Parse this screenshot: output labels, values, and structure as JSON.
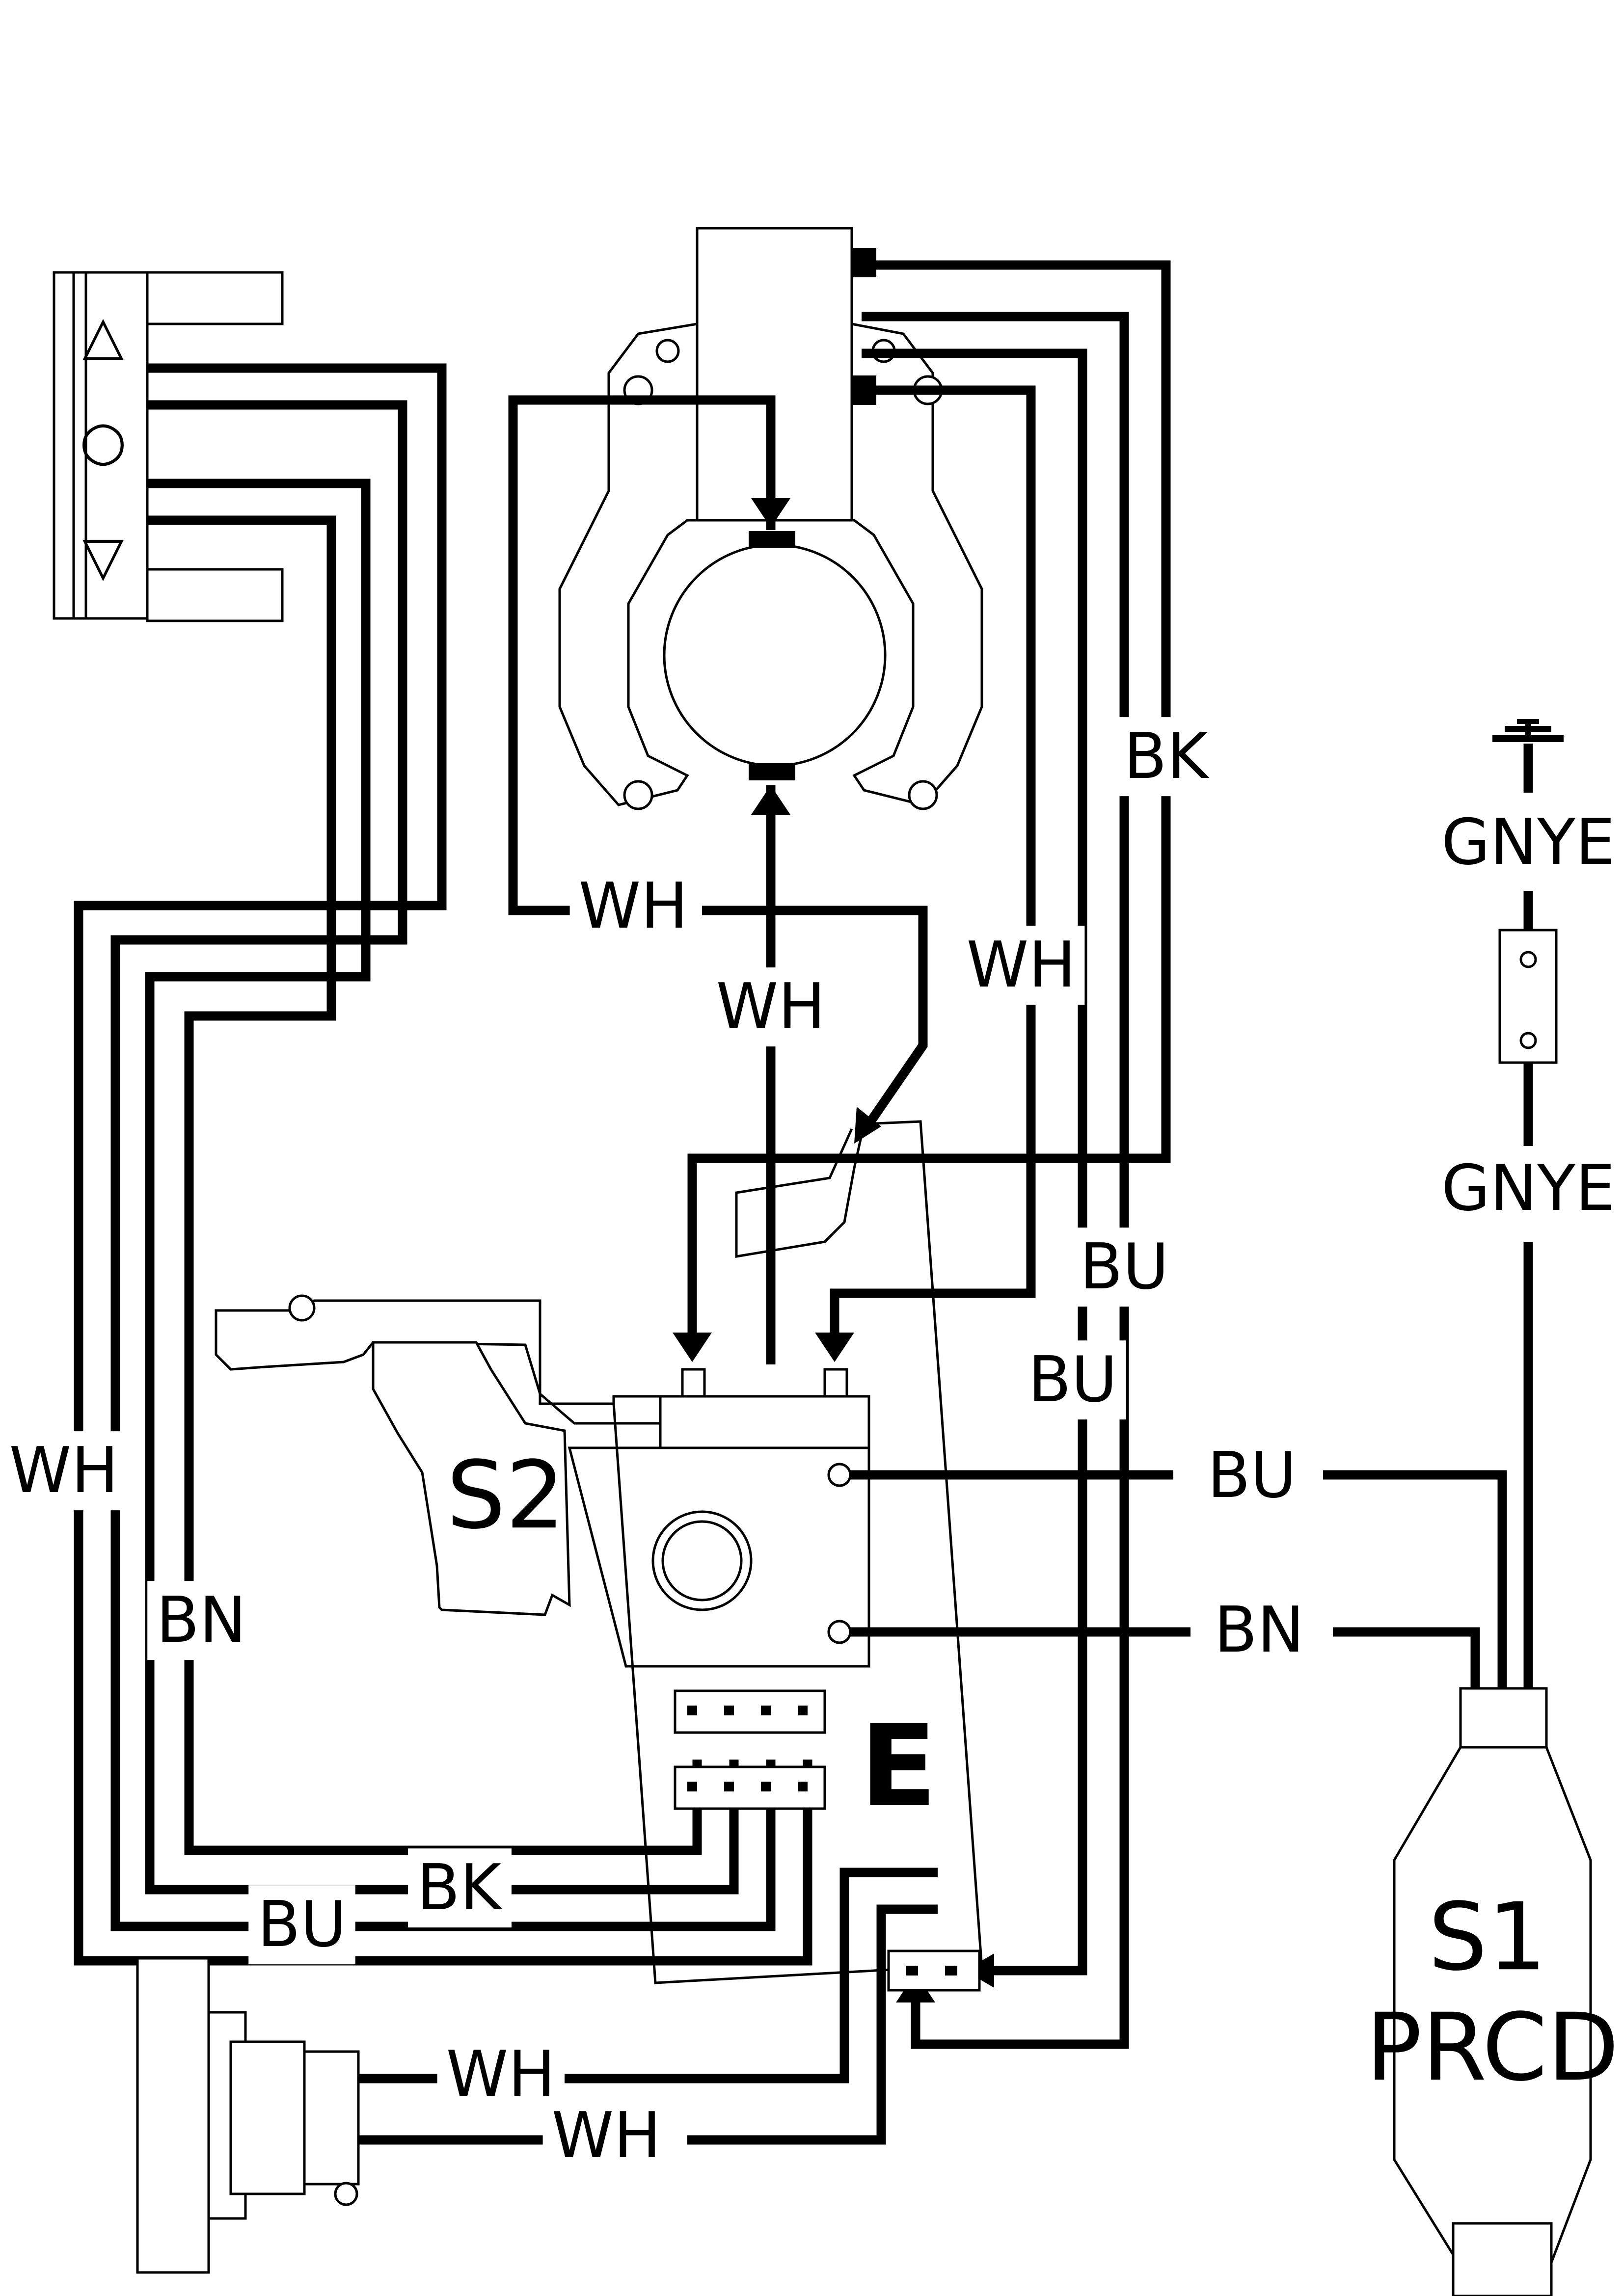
{
  "components": {
    "speed_selector_symbols": [
      "△",
      "○",
      "▽"
    ],
    "switch_s2": "S2",
    "electronics_module": "E",
    "prcd_ref": "S1",
    "prcd_name": "PRCD"
  },
  "wire_labels": {
    "motor_left_wh": "WH",
    "motor_center_wh": "WH",
    "motor_right_wh": "WH",
    "motor_bk": "BK",
    "bu_upper": "BU",
    "bu_lower": "BU",
    "selector_wh": "WH",
    "selector_bn": "BN",
    "bottom_bk": "BK",
    "bottom_bu": "BU",
    "prcd_bu": "BU",
    "prcd_bn": "BN",
    "ground_gnye_top": "GNYE",
    "ground_gnye_bottom": "GNYE",
    "brake_wh_top": "WH",
    "brake_wh_bottom": "WH"
  },
  "colors": {
    "line": "#000000",
    "background": "#ffffff"
  }
}
